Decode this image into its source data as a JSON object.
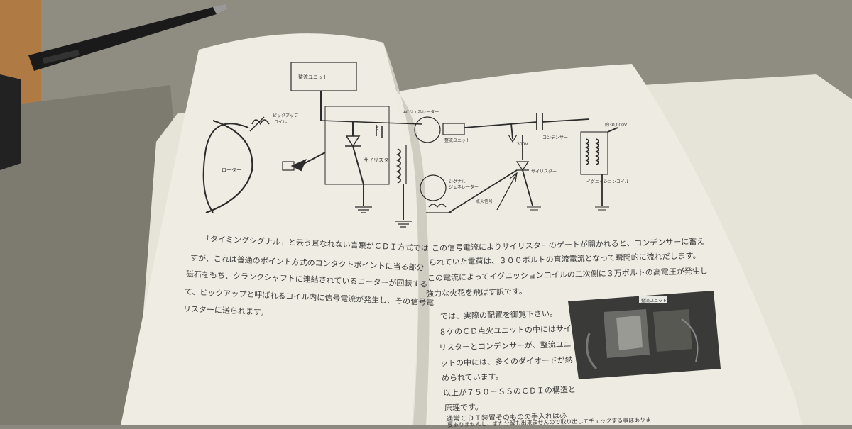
{
  "diagram_left": {
    "rectifier_label": "整流ユニット",
    "pickup_label_1": "ピックアップ",
    "pickup_label_2": "コイル",
    "rotor_label": "ローター",
    "thyristor_label": "サイリスター"
  },
  "diagram_right": {
    "ac_generator_label": "ACジェネレーター",
    "rectifier_label": "整流ユニット",
    "condenser_label": "コンデンサー",
    "voltage_label": "300V",
    "high_voltage_label": "約30,000V",
    "thyristor_label": "サイリスター",
    "ignition_coil_label": "イグニッションコイル",
    "signal_generator_label_1": "シグナル",
    "signal_generator_label_2": "ジェネレーター",
    "ignition_signal_label": "点火信号"
  },
  "left_text": [
    "「タイミングシグナル」と云う耳なれない言葉がＣＤＩ方式では",
    "すが、これは普通のポイント方式のコンタクトポイントに当る部分",
    "磁石をもち、クランクシャフトに連結されているローターが回転する",
    "て、ピックアップと呼ばれるコイル内に信号電流が発生し、その信号電",
    "リスターに送られます。"
  ],
  "right_text": [
    "この信号電流によりサイリスターのゲートが開かれると、コンデンサーに蓄え",
    "られていた電荷は、３００ボルトの直流電流となって瞬間的に流れだします。",
    "この電流によってイグニッションコイルの二次側に３万ボルトの高電圧が発生し",
    "強力な火花を飛ばす訳です。"
  ],
  "right_text_lower": [
    "では、実際の配置を御覧下さい。",
    "８ケのＣＤ点火ユニットの中にはサイ",
    "リスターとコンデンサーが、整流ユニ",
    "ットの中には、多くのダイオードが納",
    "められています。",
    "以上が７５０－ＳＳのＣＤＩの構造と",
    "原理です。",
    "通常ＣＤＩ装置そのものの手入れは必",
    "要ありませんし、また分解も出来ませんので取り出してチェックする事はありま"
  ],
  "photo": {
    "caption": "整流ユニット"
  },
  "colors": {
    "page": "#efece3",
    "ink": "#333333",
    "table": "#8c8a80"
  }
}
